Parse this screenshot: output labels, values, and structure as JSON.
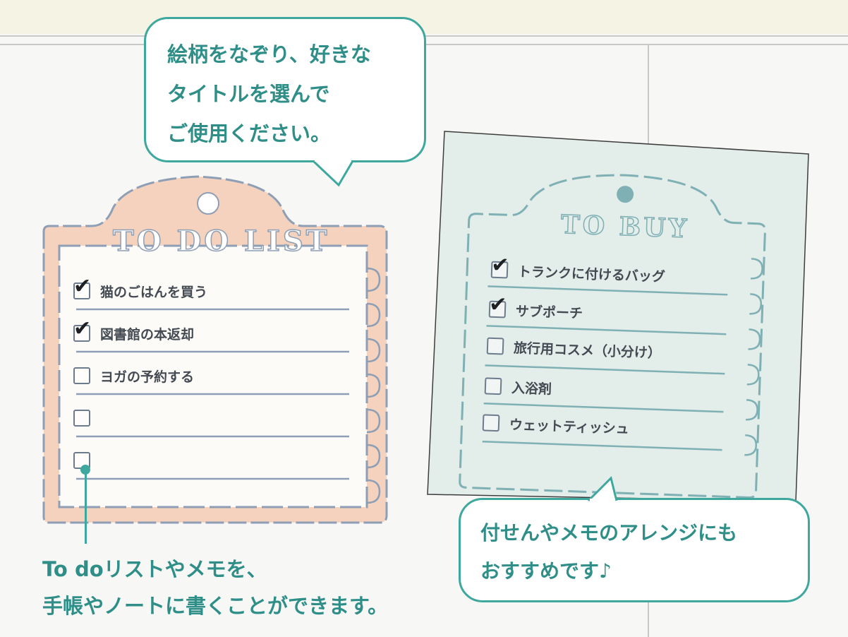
{
  "bubble_top": {
    "text": "絵柄をなぞり、好きな\nタイトルを選んで\nご使用ください。"
  },
  "todo_card": {
    "title": "TO DO LIST",
    "items": [
      {
        "label": "猫のごはんを買う",
        "checked": true
      },
      {
        "label": "図書館の本返却",
        "checked": true
      },
      {
        "label": "ヨガの予約する",
        "checked": false
      },
      {
        "label": "",
        "checked": false
      },
      {
        "label": "",
        "checked": false
      }
    ]
  },
  "buy_card": {
    "title": "TO BUY",
    "items": [
      {
        "label": "トランクに付けるバッグ",
        "checked": true
      },
      {
        "label": "サブポーチ",
        "checked": true
      },
      {
        "label": "旅行用コスメ（小分け）",
        "checked": false
      },
      {
        "label": "入浴剤",
        "checked": false
      },
      {
        "label": "ウェットティッシュ",
        "checked": false
      }
    ]
  },
  "caption_left": {
    "text": "To doリストやメモを、\n手帳やノートに書くことができます。"
  },
  "bubble_bottom": {
    "text": "付せんやメモのアレンジにも\nおすすめです♪"
  },
  "check_glyph": "✔",
  "colors": {
    "accent": "#3ea89e",
    "accent_text": "#2f8f88",
    "todo_card": "#f4d2bd",
    "todo_outline": "#8e9fb5",
    "buy_card": "#e3edea",
    "buy_outline": "#7fb0b4",
    "background": "#f7f7f5",
    "top_band": "#f5f3e4"
  }
}
